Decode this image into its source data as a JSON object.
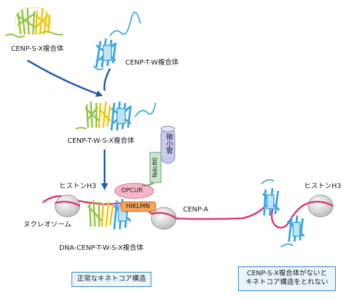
{
  "labels": {
    "cenp_sx": "CENP-S-X複合体",
    "cenp_tw": "CENP-T-W複合体",
    "cenp_twsx": "CENP-T-W-S-X複合体",
    "histone_left": "ヒストンH3",
    "histone_right": "ヒストンH3",
    "nucleosome": "ヌクレオソーム",
    "dna_complex": "DNA-CENP-T-W-S-X複合体",
    "cenp_a": "CENP-A",
    "opcur": "OPCUR",
    "hiklmn": "HIKLMN",
    "ndc80": "Ndc80",
    "microtubule": "微小管"
  },
  "captions": {
    "normal": "正常なキネトコア構造",
    "abnormal_line1": "CENP-S-X複合体がないと",
    "abnormal_line2": "キネトコア構造をとれない"
  },
  "colors": {
    "sx_green": "#8dc63f",
    "sx_yellow": "#f5c400",
    "tw_blue": "#3aa6e0",
    "dna_pink": "#e0356b",
    "arrow_blue": "#1f5aa6",
    "nucleosome_gray": "#d9d9d9",
    "opcur_pink": "#f6b6c8",
    "hiklmn_orange": "#f7a35c",
    "ndc80_green": "#c8e6c9",
    "microtubule_lavender": "#c9c9ee",
    "caption_bg": "#eaf4fc"
  }
}
